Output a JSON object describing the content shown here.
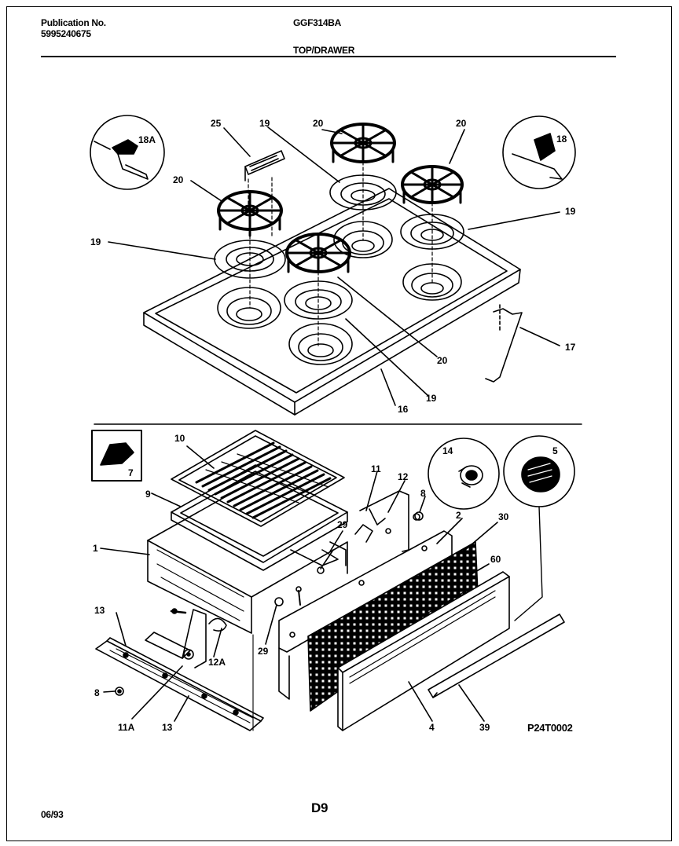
{
  "header": {
    "publication_label": "Publication No.",
    "publication_number": "5995240675",
    "model": "GGF314BA",
    "section": "TOP/DRAWER"
  },
  "footer": {
    "date": "06/93",
    "page": "D9"
  },
  "diagram_code": "P24T0002",
  "callouts": {
    "c18a": "18A",
    "c25": "25",
    "c19a": "19",
    "c20a": "20",
    "c20b": "20",
    "c18": "18",
    "c20c": "20",
    "c19b": "19",
    "c19c": "19",
    "c17": "17",
    "c20d": "20",
    "c19d": "19",
    "c16": "16",
    "c7": "7",
    "c10": "10",
    "c9": "9",
    "c1": "1",
    "c11": "11",
    "c12": "12",
    "c8a": "8",
    "c14": "14",
    "c5": "5",
    "c2": "2",
    "c30": "30",
    "c29a": "29",
    "c60": "60",
    "c13a": "13",
    "c29b": "29",
    "c12a": "12A",
    "c8b": "8",
    "c11a": "11A",
    "c13b": "13",
    "c4": "4",
    "c39": "39"
  }
}
